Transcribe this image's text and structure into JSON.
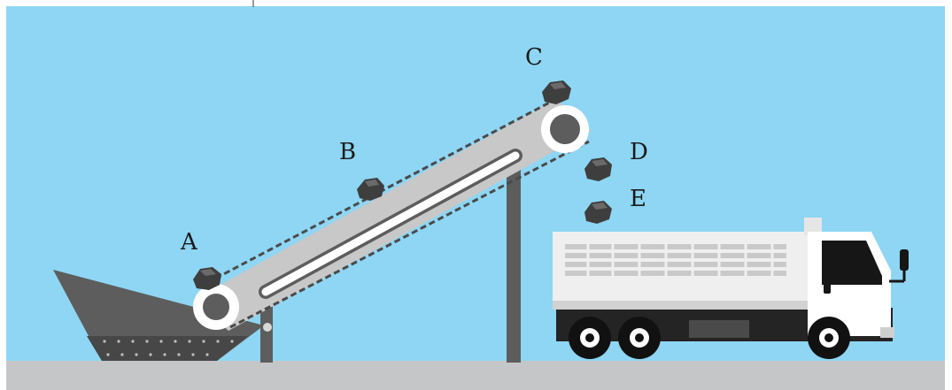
{
  "labels": {
    "a": "A",
    "b": "B",
    "c": "C",
    "d": "D",
    "e": "E"
  },
  "colors": {
    "sky": "#8ed6f4",
    "ground": "#c5c6c7",
    "belt": "#c8c8c8",
    "belt_edge": "#555555",
    "rock": "#3e3e3e",
    "hopper": "#5d5d5d",
    "truck_body": "#efefef",
    "truck_chassis": "#242424"
  }
}
